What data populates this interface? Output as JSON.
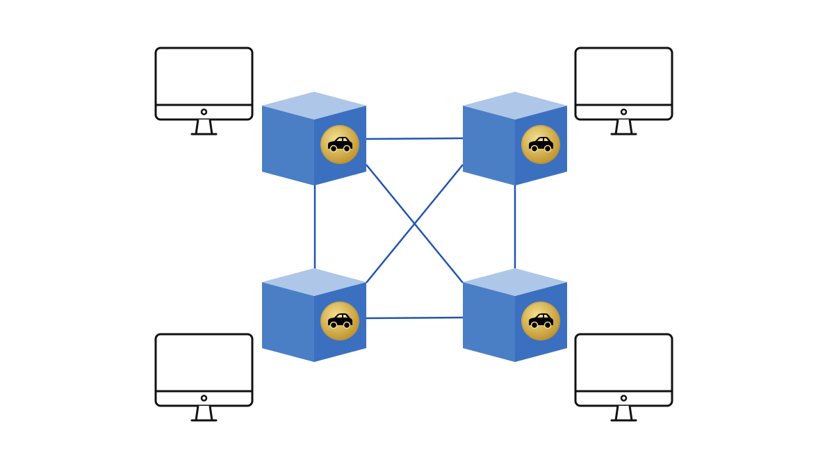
{
  "diagram": {
    "colors": {
      "background": "#ffffff",
      "cube_top": "#aec6e8",
      "cube_left": "#4a7fc6",
      "cube_right": "#3b70c0",
      "link": "#1f55b0",
      "coin_light": "#f3df8c",
      "coin_dark": "#b98a24",
      "car": "#000000",
      "monitor_stroke": "#111111"
    },
    "nodes": [
      {
        "id": "node-top-left",
        "icon": "car-icon"
      },
      {
        "id": "node-top-right",
        "icon": "car-icon"
      },
      {
        "id": "node-bottom-left",
        "icon": "car-icon"
      },
      {
        "id": "node-bottom-right",
        "icon": "car-icon"
      }
    ],
    "links": [
      {
        "from": "node-top-left",
        "to": "node-top-right"
      },
      {
        "from": "node-bottom-left",
        "to": "node-bottom-right"
      },
      {
        "from": "node-top-left",
        "to": "node-bottom-left"
      },
      {
        "from": "node-top-right",
        "to": "node-bottom-right"
      },
      {
        "from": "node-top-left",
        "to": "node-bottom-right"
      },
      {
        "from": "node-top-right",
        "to": "node-bottom-left"
      }
    ],
    "computers": [
      {
        "id": "computer-top-left",
        "icon": "monitor-icon"
      },
      {
        "id": "computer-top-right",
        "icon": "monitor-icon"
      },
      {
        "id": "computer-bottom-left",
        "icon": "monitor-icon"
      },
      {
        "id": "computer-bottom-right",
        "icon": "monitor-icon"
      }
    ]
  }
}
